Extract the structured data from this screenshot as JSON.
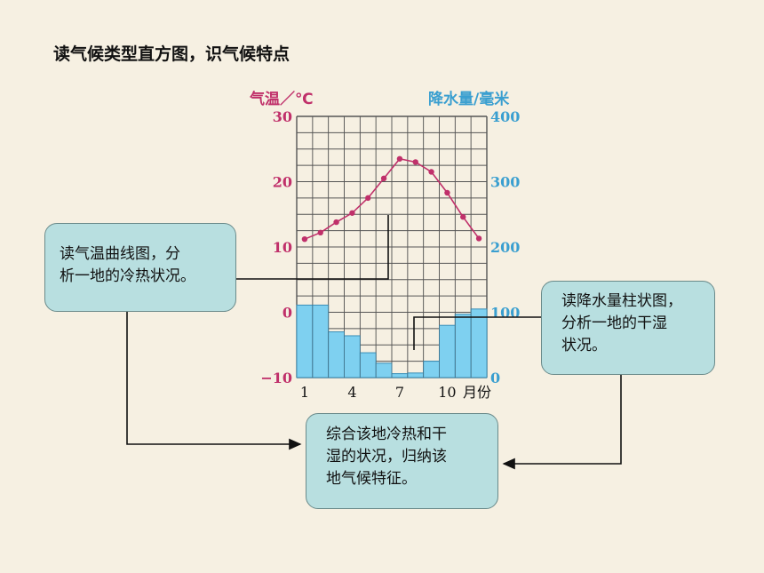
{
  "title": "读气候类型直方图，识气候特点",
  "boxes": {
    "temp": [
      "读气温曲线图，分",
      "析一地的冷热状况。"
    ],
    "precip": [
      "读降水量柱状图，",
      "分析一地的干湿",
      "状况。"
    ],
    "summary": [
      "综合该地冷热和干",
      "湿的状况，归纳该",
      "地气候特征。"
    ]
  },
  "colors": {
    "temp_axis": "#c0306a",
    "precip_axis": "#3a9fd0",
    "bar_fill": "#7ed0f0",
    "bar_stroke": "#3a8fb8",
    "grid": "#555555",
    "box_fill": "#b8dfe0"
  },
  "chart_data": {
    "type": "bar+line",
    "months": [
      1,
      2,
      3,
      4,
      5,
      6,
      7,
      8,
      9,
      10,
      11,
      12
    ],
    "x_tick_labels": [
      "1",
      "4",
      "7",
      "10"
    ],
    "x_tick_months": [
      1,
      4,
      7,
      10
    ],
    "xlabel": "月份",
    "temperature": {
      "axis_label": "气温／℃",
      "ylim": [
        -10,
        30
      ],
      "ticks": [
        "30",
        "20",
        "10",
        "0",
        "−10"
      ],
      "tick_values": [
        30,
        20,
        10,
        0,
        -10
      ],
      "values": [
        11.2,
        12.2,
        13.8,
        15.2,
        17.5,
        20.5,
        23.5,
        23.0,
        21.5,
        18.3,
        14.6,
        11.3
      ]
    },
    "precipitation": {
      "axis_label": "降水量/毫米",
      "ylim": [
        0,
        400
      ],
      "ticks": [
        "400",
        "300",
        "200",
        "100",
        "0"
      ],
      "tick_values": [
        400,
        300,
        200,
        100,
        0
      ],
      "values": [
        111,
        111,
        70,
        64,
        38,
        22,
        6,
        7,
        25,
        80,
        97,
        105
      ]
    }
  }
}
